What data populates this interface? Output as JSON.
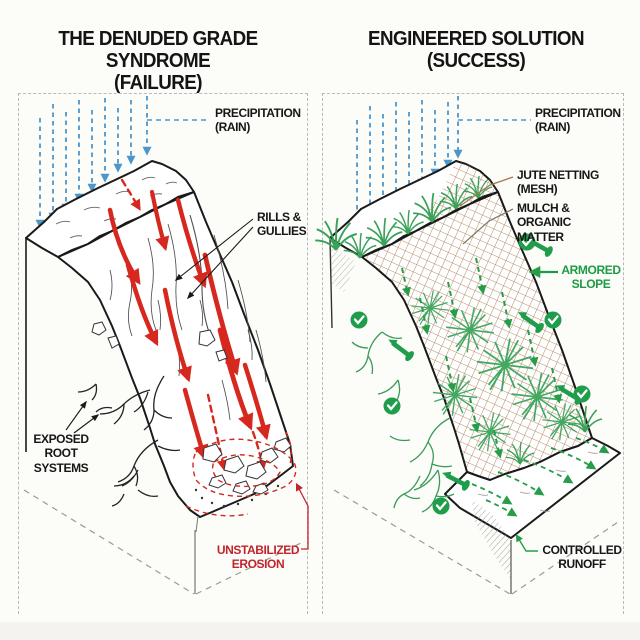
{
  "left": {
    "title1": "THE DENUDED GRADE SYNDROME",
    "title2": "(FAILURE)",
    "precipitation1": "PRECIPITATION",
    "precipitation2": "(RAIN)",
    "rills1": "RILLS &",
    "rills2": "GULLIES",
    "roots1": "EXPOSED",
    "roots2": "ROOT",
    "roots3": "SYSTEMS",
    "erosion1": "UNSTABILIZED",
    "erosion2": "EROSION"
  },
  "right": {
    "title1": "ENGINEERED SOLUTION",
    "title2": "(SUCCESS)",
    "precipitation1": "PRECIPITATION",
    "precipitation2": "(RAIN)",
    "jute1": "JUTE NETTING",
    "jute2": "(MESH)",
    "mulch1": "MULCH &",
    "mulch2": "ORGANIC",
    "mulch3": "MATTER",
    "armored1": "ARMORED",
    "armored2": "SLOPE",
    "runoff1": "CONTROLLED",
    "runoff2": "RUNOFF"
  },
  "colors": {
    "rain_blue": "#4d96c9",
    "failure_red": "#d6281e",
    "erosion_text_red": "#c2242b",
    "success_green": "#279d4a",
    "armored_text_green": "#1b9c44",
    "jute_brown": "#a5774d",
    "ink": "#1a1a1a",
    "frame_gray": "#b9b9b9"
  }
}
